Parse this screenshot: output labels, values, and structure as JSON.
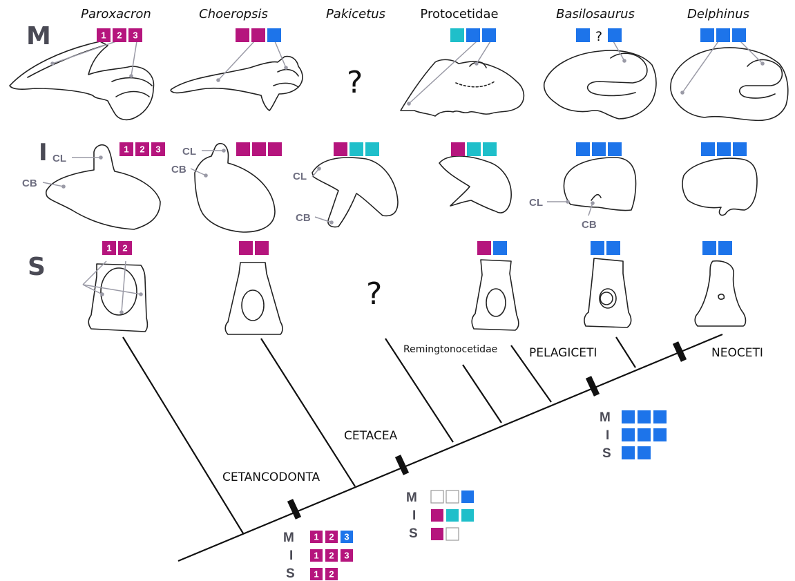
{
  "colors": {
    "magenta": "#b5157d",
    "cyan": "#1fbfca",
    "blue": "#1d74ea",
    "empty_stroke": "#999999"
  },
  "taxa": [
    {
      "name": "Paroxacron",
      "italic": true
    },
    {
      "name": "Choeropsis",
      "italic": true
    },
    {
      "name": "Pakicetus",
      "italic": true
    },
    {
      "name": "Protocetidae",
      "italic": false
    },
    {
      "name": "Basilosaurus",
      "italic": true
    },
    {
      "name": "Delphinus",
      "italic": true
    }
  ],
  "rows": [
    {
      "letter": "M"
    },
    {
      "letter": "I"
    },
    {
      "letter": "S"
    }
  ],
  "unknown_mark": "?",
  "labels": {
    "CL": "CL",
    "CB": "CB"
  },
  "character_states": {
    "M": [
      [
        {
          "c": "magenta",
          "t": "1"
        },
        {
          "c": "magenta",
          "t": "2"
        },
        {
          "c": "magenta",
          "t": "3"
        }
      ],
      [
        {
          "c": "magenta"
        },
        {
          "c": "magenta"
        },
        {
          "c": "blue"
        }
      ],
      null,
      [
        {
          "c": "cyan"
        },
        {
          "c": "blue"
        },
        {
          "c": "blue"
        }
      ],
      [
        {
          "c": "blue"
        },
        {
          "c": "unknown",
          "t": "?"
        },
        {
          "c": "blue"
        }
      ],
      [
        {
          "c": "blue"
        },
        {
          "c": "blue"
        },
        {
          "c": "blue"
        }
      ]
    ],
    "I": [
      [
        {
          "c": "magenta",
          "t": "1"
        },
        {
          "c": "magenta",
          "t": "2"
        },
        {
          "c": "magenta",
          "t": "3"
        }
      ],
      [
        {
          "c": "magenta"
        },
        {
          "c": "magenta"
        },
        {
          "c": "magenta"
        }
      ],
      [
        {
          "c": "magenta"
        },
        {
          "c": "cyan"
        },
        {
          "c": "cyan"
        }
      ],
      [
        {
          "c": "magenta"
        },
        {
          "c": "cyan"
        },
        {
          "c": "cyan"
        }
      ],
      [
        {
          "c": "blue"
        },
        {
          "c": "blue"
        },
        {
          "c": "blue"
        }
      ],
      [
        {
          "c": "blue"
        },
        {
          "c": "blue"
        },
        {
          "c": "blue"
        }
      ]
    ],
    "S": [
      [
        {
          "c": "magenta",
          "t": "1"
        },
        {
          "c": "magenta",
          "t": "2"
        }
      ],
      [
        {
          "c": "magenta"
        },
        {
          "c": "magenta"
        }
      ],
      null,
      [
        {
          "c": "magenta"
        },
        {
          "c": "blue"
        }
      ],
      [
        {
          "c": "blue"
        },
        {
          "c": "blue"
        }
      ],
      [
        {
          "c": "blue"
        },
        {
          "c": "blue"
        }
      ]
    ]
  },
  "clades": [
    {
      "name": "CETANCODONTA",
      "states": {
        "M": [
          {
            "c": "magenta",
            "t": "1"
          },
          {
            "c": "magenta",
            "t": "2"
          },
          {
            "c": "blue",
            "t": "3"
          }
        ],
        "I": [
          {
            "c": "magenta",
            "t": "1"
          },
          {
            "c": "magenta",
            "t": "2"
          },
          {
            "c": "magenta",
            "t": "3"
          }
        ],
        "S": [
          {
            "c": "magenta",
            "t": "1"
          },
          {
            "c": "magenta",
            "t": "2"
          }
        ]
      }
    },
    {
      "name": "CETACEA",
      "states": {
        "M": [
          {
            "c": "empty"
          },
          {
            "c": "empty"
          },
          {
            "c": "blue"
          }
        ],
        "I": [
          {
            "c": "magenta"
          },
          {
            "c": "cyan"
          },
          {
            "c": "cyan"
          }
        ],
        "S": [
          {
            "c": "magenta"
          },
          {
            "c": "empty"
          }
        ]
      }
    },
    {
      "name": "PELAGICETI",
      "states": {
        "M": [
          {
            "c": "blue"
          },
          {
            "c": "blue"
          },
          {
            "c": "blue"
          }
        ],
        "I": [
          {
            "c": "blue"
          },
          {
            "c": "blue"
          },
          {
            "c": "blue"
          }
        ],
        "S": [
          {
            "c": "blue"
          },
          {
            "c": "blue"
          }
        ]
      }
    },
    {
      "name": "Remingtonocetidae"
    },
    {
      "name": "NEOCETI"
    }
  ]
}
